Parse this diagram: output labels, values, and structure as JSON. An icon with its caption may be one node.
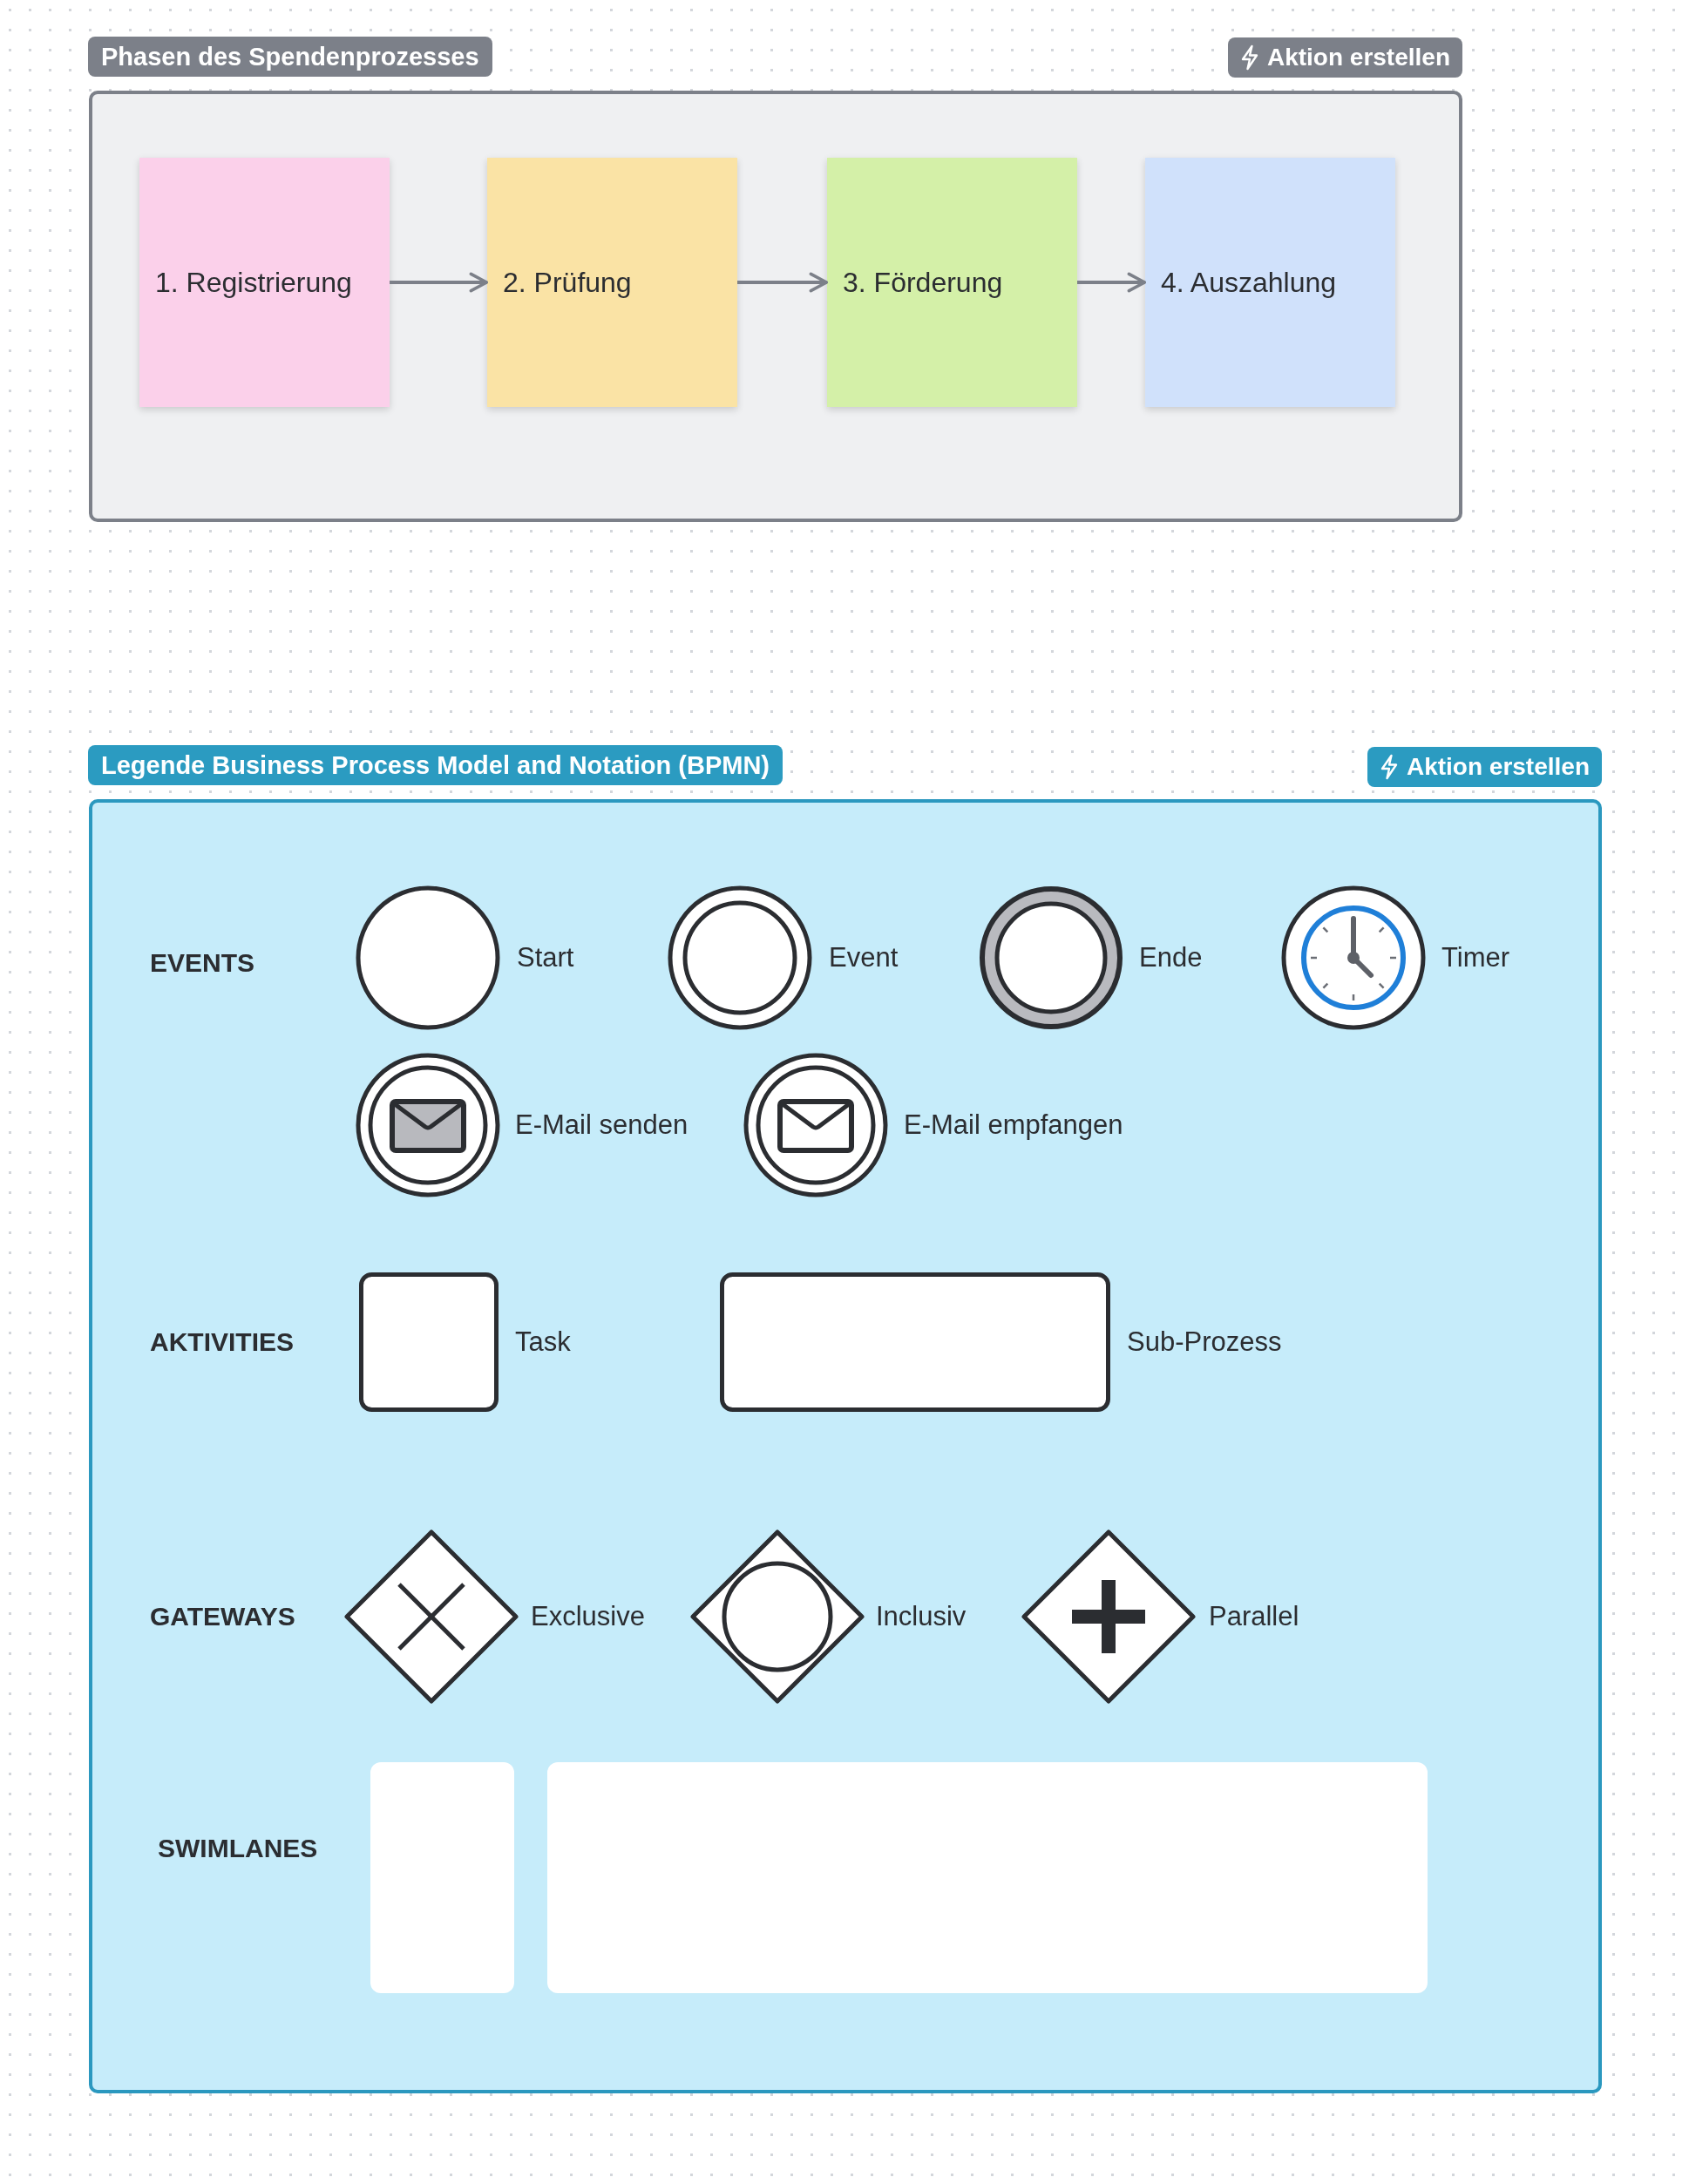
{
  "diagram": {
    "nodes": [
      {
        "text": [
          "Phasen des Spendenprozesses"
        ]
      },
      {
        "text": [
          "1. Registrierung"
        ],
        "in": 0
      },
      {
        "text": [
          "2. Prüfung"
        ],
        "in": 0
      },
      {
        "text": [
          "3. Förderung"
        ],
        "in": 0
      },
      {
        "text": [
          "4. Auszahlung"
        ],
        "in": 0
      },
      {
        "text": [
          "Legende Business Process Model and Notation (BPMN)"
        ]
      }
    ],
    "edges": [
      {
        "from": 1,
        "to": 2,
        "arrow": "to"
      },
      {
        "from": 2,
        "to": 3,
        "arrow": "to"
      },
      {
        "from": 3,
        "to": 4,
        "arrow": "to"
      }
    ],
    "labels": [
      "Aktion erstellen",
      "Aktion erstellen",
      "EVENTS",
      "AKTIVITIES",
      "GATEWAYS",
      "SWIMLANES"
    ],
    "legend": [
      {
        "text": "Start"
      },
      {
        "text": "Event"
      },
      {
        "text": "Ende"
      },
      {
        "text": "Timer"
      },
      {
        "text": "E-Mail senden"
      },
      {
        "text": "E-Mail empfangen"
      },
      {
        "text": "Task"
      },
      {
        "text": "Sub-Prozess"
      },
      {
        "text": "Exclusive"
      },
      {
        "text": "Inclusiv"
      },
      {
        "text": "Parallel"
      }
    ]
  }
}
